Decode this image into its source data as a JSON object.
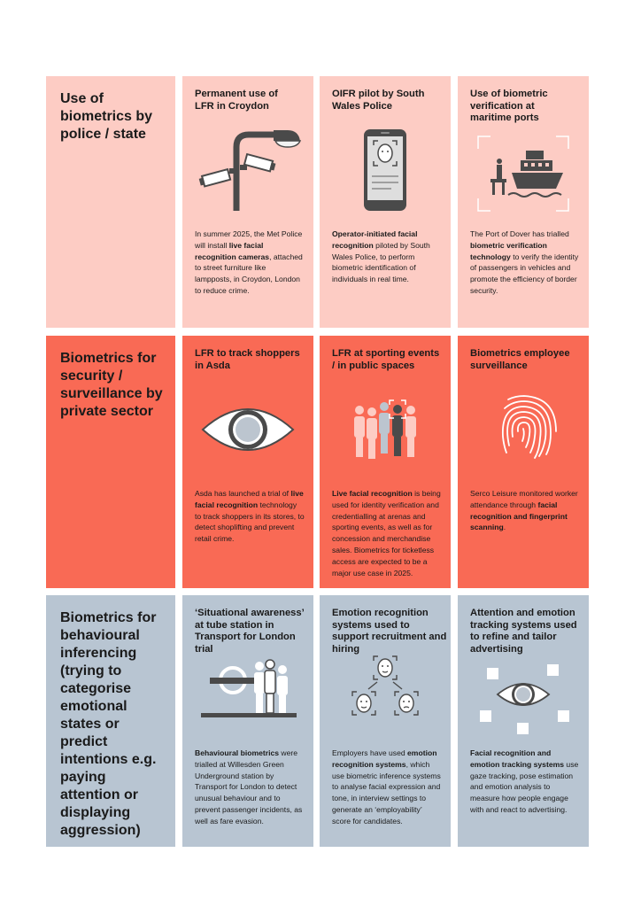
{
  "rows": [
    {
      "title": "Use of biometrics by police / state",
      "cards": [
        {
          "title": "Permanent use of LFR in Croydon",
          "icon": "street-lamp-cctv-icon",
          "body": [
            {
              "t": "In summer 2025, the Met Police will install "
            },
            {
              "t": "live facial recognition cameras",
              "b": true
            },
            {
              "t": ", attached to street furniture like lampposts, in Croydon, London to reduce crime."
            }
          ]
        },
        {
          "title": "OIFR pilot by South Wales Police",
          "icon": "smartphone-face-scan-icon",
          "body": [
            {
              "t": "Operator-initiated facial recognition",
              "b": true
            },
            {
              "t": " piloted by South Wales Police, to perform biometric identification of individuals in real time."
            }
          ]
        },
        {
          "title": "Use of biometric verification at maritime ports",
          "icon": "ferry-port-scan-icon",
          "body": [
            {
              "t": "The Port of Dover has trialled "
            },
            {
              "t": "biometric verification technology",
              "b": true
            },
            {
              "t": " to verify the identity of passengers in vehicles and promote the efficiency of border security."
            }
          ]
        }
      ]
    },
    {
      "title": "Biometrics for security / surveillance by private sector",
      "cards": [
        {
          "title": "LFR to track shoppers in Asda",
          "icon": "eye-icon",
          "body": [
            {
              "t": "Asda has launched a trial of "
            },
            {
              "t": "live facial recognition",
              "b": true
            },
            {
              "t": " technology to track shoppers in its stores, to detect shoplifting and prevent retail crime."
            }
          ]
        },
        {
          "title": "LFR at sporting events / in public spaces",
          "icon": "crowd-scan-icon",
          "body": [
            {
              "t": "Live facial recognition",
              "b": true
            },
            {
              "t": " is being used for identity verification and credentialling at arenas and sporting events, as well as for concession and merchandise sales. Biometrics for ticketless access are expected to be a major use case in 2025."
            }
          ]
        },
        {
          "title": "Biometrics employee surveillance",
          "icon": "fingerprint-icon",
          "body": [
            {
              "t": "Serco Leisure monitored worker attendance through "
            },
            {
              "t": "facial recognition and fingerprint scanning",
              "b": true
            },
            {
              "t": "."
            }
          ]
        }
      ]
    },
    {
      "title": "Biometrics for behavioural inferencing (trying to categorise emotional states or predict intentions e.g. paying attention or displaying aggression)",
      "cards": [
        {
          "title": "‘Situational awareness’ at tube station in Transport for London trial",
          "icon": "tube-station-people-icon",
          "body": [
            {
              "t": "Behavioural biometrics",
              "b": true
            },
            {
              "t": " were trialled at Willesden Green Underground station by Transport for London to detect unusual behaviour and to prevent passenger incidents, as well as fare evasion."
            }
          ]
        },
        {
          "title": "Emotion recognition systems used to support recruitment and hiring",
          "icon": "emotion-faces-scan-icon",
          "body": [
            {
              "t": "Employers have used "
            },
            {
              "t": "emotion recognition systems",
              "b": true
            },
            {
              "t": ", which use biometric inference systems to analyse facial expression and tone, in interview settings to generate an ‘employability’ score for candidates."
            }
          ]
        },
        {
          "title": "Attention and emotion tracking systems used to refine and tailor advertising",
          "icon": "eye-adverts-icon",
          "body": [
            {
              "t": "Facial recognition and emotion tracking systems",
              "b": true
            },
            {
              "t": " use gaze tracking, pose estimation and emotion analysis to measure how people engage with and react to advertising."
            }
          ]
        }
      ]
    }
  ]
}
